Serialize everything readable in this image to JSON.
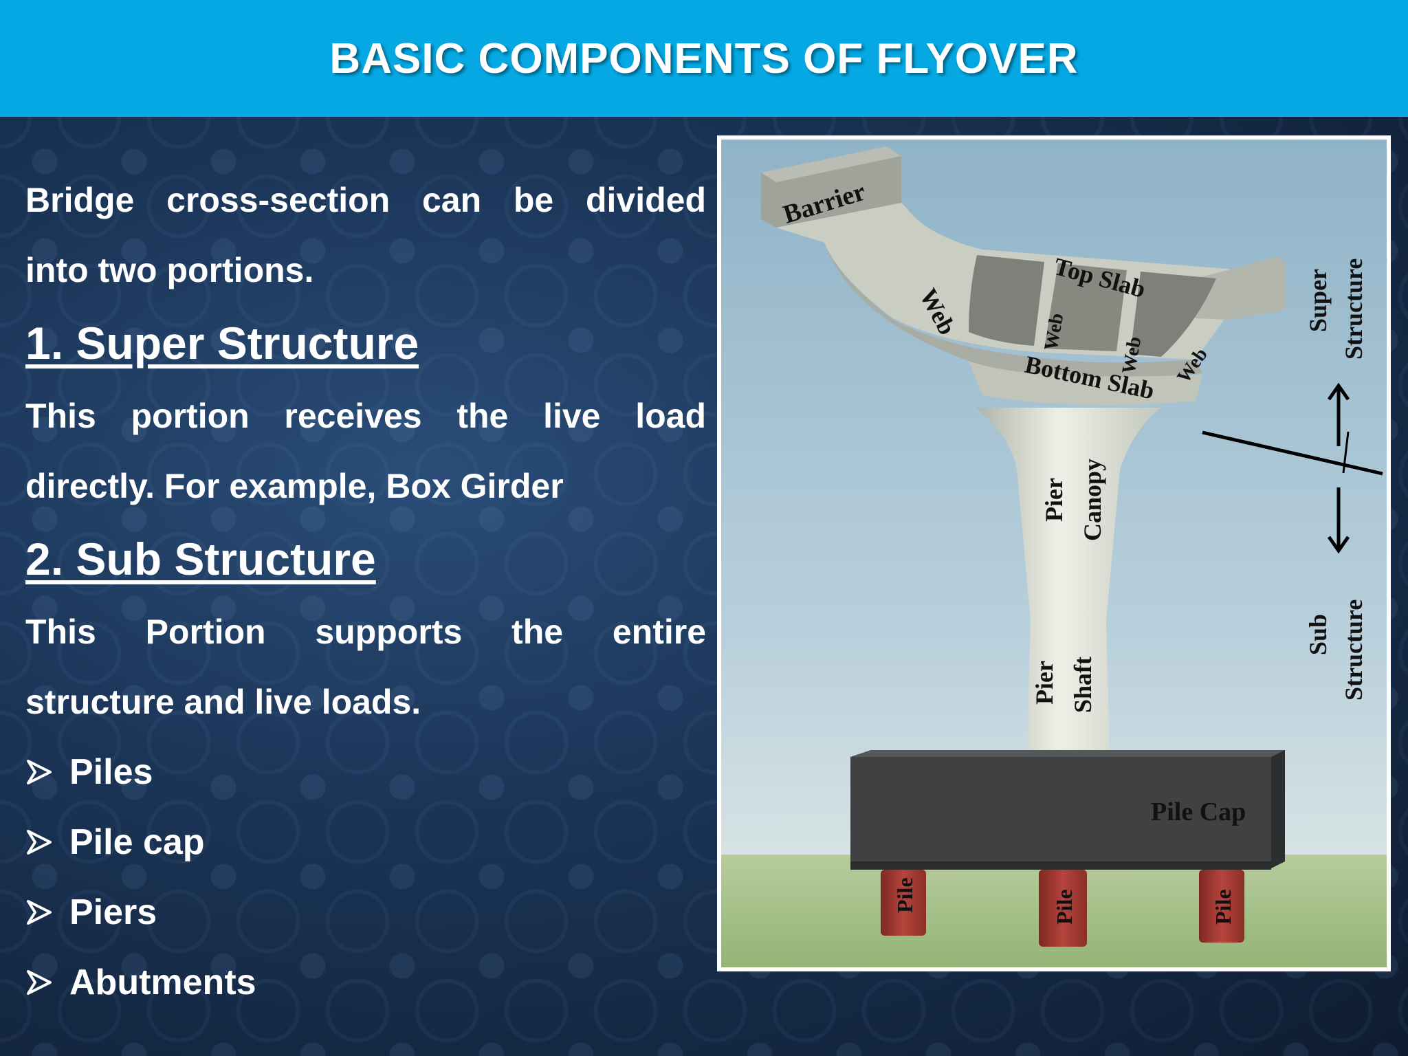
{
  "title": "BASIC COMPONENTS OF FLYOVER",
  "intro_line1": "Bridge cross-section can be divided",
  "intro_line2": "into two portions.",
  "super_heading": "1. Super Structure",
  "super_line1": "This portion receives the live load",
  "super_line2": "directly. For example, Box Girder",
  "sub_heading": "2. Sub Structure",
  "sub_line1": "This Portion supports the entire",
  "sub_line2": "structure and live loads.",
  "bullets": [
    "Piles",
    "Pile cap",
    "Piers",
    "Abutments"
  ],
  "diagram": {
    "barrier": "Barrier",
    "web_left": "Web",
    "top_slab": "Top Slab",
    "web1": "Web",
    "web2": "Web",
    "web3": "Web",
    "bottom_slab": "Bottom Slab",
    "pier_canopy_1": "Pier",
    "pier_canopy_2": "Canopy",
    "pier_shaft_1": "Pier",
    "pier_shaft_2": "Shaft",
    "pile_cap": "Pile Cap",
    "pile1": "Pile",
    "pile2": "Pile",
    "pile3": "Pile",
    "super_1": "Super",
    "super_2": "Structure",
    "sub_1": "Sub",
    "sub_2": "Structure"
  },
  "colors": {
    "header": "#05a8e3",
    "pile": "#a53a34",
    "pile_cap": "#3a3c3d",
    "concrete": "#c9cdc2",
    "sky": "#aec8d8",
    "ground": "#a9c48d"
  }
}
